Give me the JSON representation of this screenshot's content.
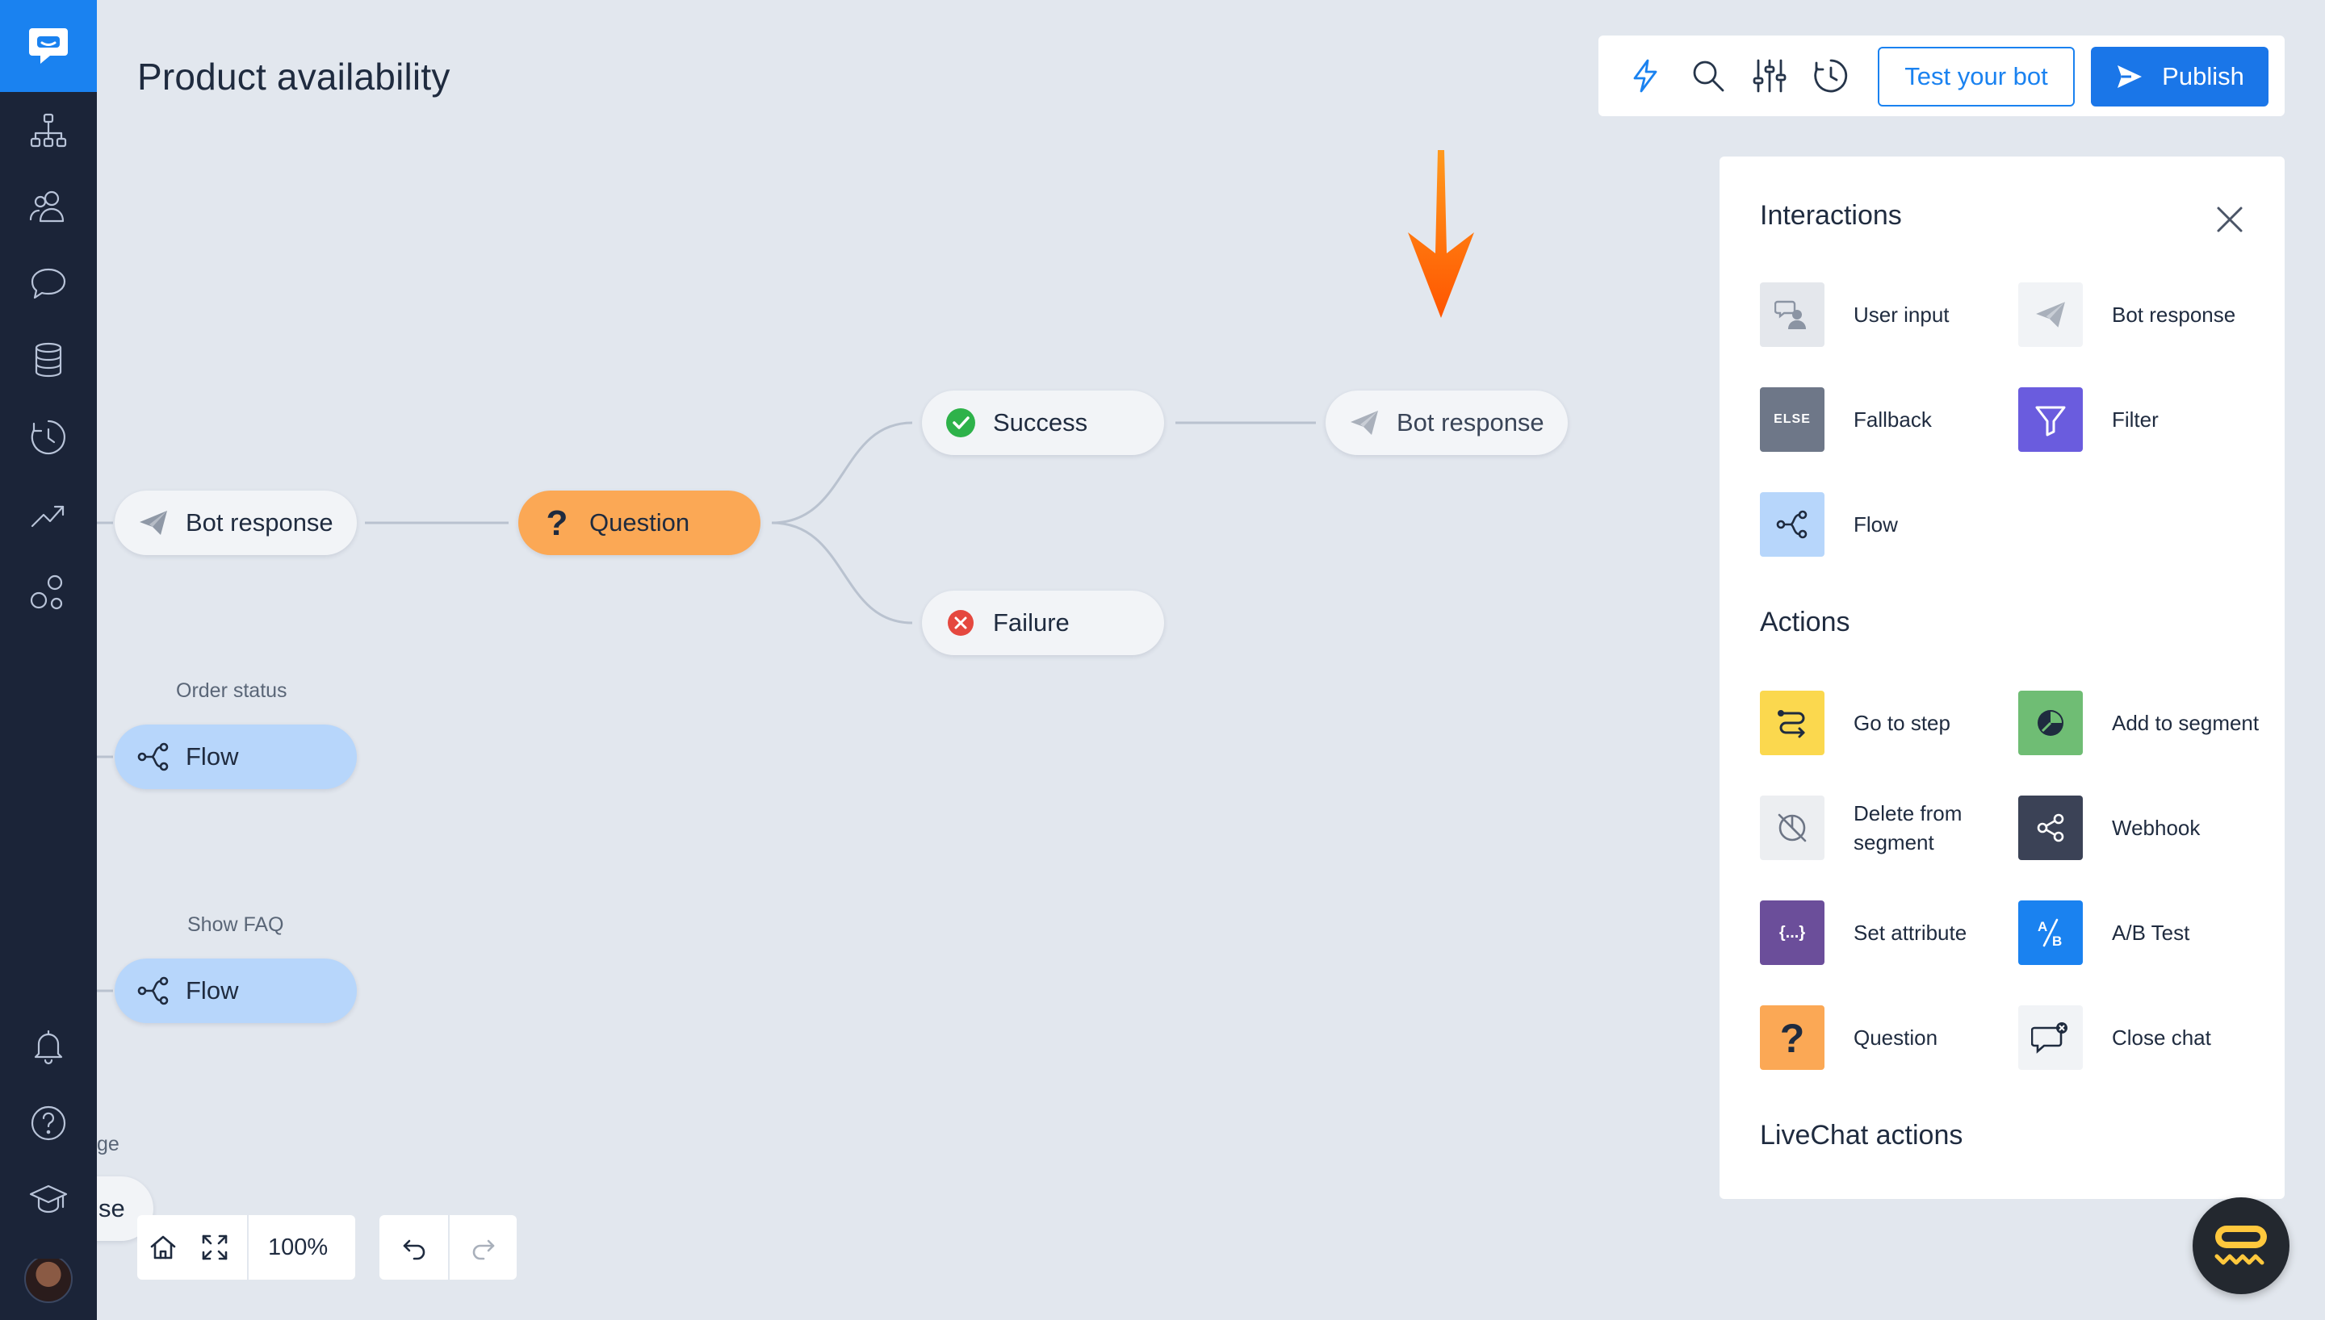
{
  "page": {
    "title": "Product availability"
  },
  "sidebar": {
    "items": [
      {
        "icon": "chatbot-logo-icon"
      },
      {
        "icon": "stories-tree-icon"
      },
      {
        "icon": "audience-icon"
      },
      {
        "icon": "chat-bubble-icon"
      },
      {
        "icon": "database-icon"
      },
      {
        "icon": "history-icon"
      },
      {
        "icon": "reports-chart-icon"
      },
      {
        "icon": "integrations-icon"
      },
      {
        "icon": "bell-icon"
      },
      {
        "icon": "help-icon"
      },
      {
        "icon": "academy-cap-icon"
      }
    ]
  },
  "toolbar": {
    "icons": [
      "lightning-icon",
      "search-icon",
      "sliders-icon",
      "history-icon"
    ],
    "test_label": "Test your bot",
    "publish_label": "Publish"
  },
  "canvas": {
    "nodes": {
      "bot_response_left": "Bot response",
      "question": "Question",
      "success": "Success",
      "failure": "Failure",
      "bot_response_right": "Bot response",
      "flow_order": "Flow",
      "flow_faq": "Flow",
      "partial_node": "se"
    },
    "captions": {
      "order_status": "Order status",
      "show_faq": "Show FAQ",
      "partial": "ge"
    },
    "zoom_level": "100%",
    "accent_colors": {
      "question": "#fba855",
      "flow": "#b7d6fb",
      "success": "#2eb24a",
      "failure": "#e5483f",
      "arrow": "#ff6a00"
    }
  },
  "panel": {
    "interactions_title": "Interactions",
    "interactions": [
      {
        "label": "User input",
        "icon": "user-input-icon",
        "color": "#e4e7ec"
      },
      {
        "label": "Bot response",
        "icon": "paper-plane-icon",
        "color": "#f1f3f6"
      },
      {
        "label": "Fallback",
        "icon": "else-icon",
        "color": "#6e7788",
        "badge": "ELSE"
      },
      {
        "label": "Filter",
        "icon": "filter-icon",
        "color": "#6a5cde"
      },
      {
        "label": "Flow",
        "icon": "flow-icon",
        "color": "#b7d6fb"
      }
    ],
    "actions_title": "Actions",
    "actions": [
      {
        "label": "Go to step",
        "icon": "go-to-step-icon",
        "color": "#fbd84e"
      },
      {
        "label": "Add to segment",
        "icon": "add-segment-icon",
        "color": "#6fbd74"
      },
      {
        "label": "Delete from segment",
        "icon": "delete-segment-icon",
        "color": "#eceef1"
      },
      {
        "label": "Webhook",
        "icon": "webhook-icon",
        "color": "#3b4256"
      },
      {
        "label": "Set attribute",
        "icon": "set-attribute-icon",
        "color": "#6b4e9a",
        "badge": "{...}"
      },
      {
        "label": "A/B Test",
        "icon": "ab-test-icon",
        "color": "#1a82f0"
      },
      {
        "label": "Question",
        "icon": "question-icon",
        "color": "#fba855"
      },
      {
        "label": "Close chat",
        "icon": "close-chat-icon",
        "color": "#f1f3f6"
      }
    ],
    "livechat_title": "LiveChat actions"
  }
}
